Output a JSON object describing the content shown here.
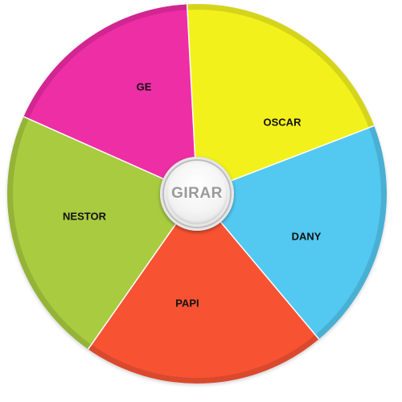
{
  "wheel": {
    "segments": [
      {
        "label": "GE",
        "color": "#ee2ea5"
      },
      {
        "label": "OSCAR",
        "color": "#f2f11f"
      },
      {
        "label": "DANY",
        "color": "#53c8f0"
      },
      {
        "label": "PAPI",
        "color": "#f75233"
      },
      {
        "label": "NESTOR",
        "color": "#a8cb3f"
      }
    ],
    "spin_button": {
      "label": "GIRAR",
      "icon": "spin-button"
    }
  }
}
